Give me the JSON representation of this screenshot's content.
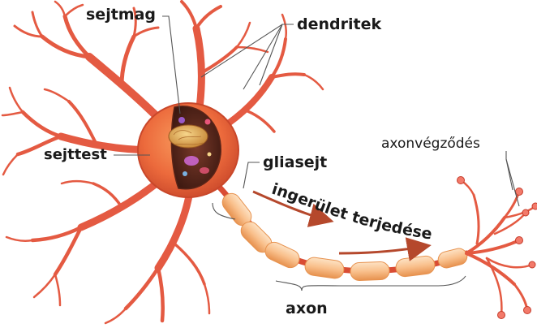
{
  "labels": {
    "nucleus": "sejtmag",
    "dendrites": "dendritek",
    "cell_body": "sejttest",
    "glial_cell": "gliasejt",
    "axon_terminals": "axonvégződés",
    "impulse": "ingerület terjedése",
    "axon": "axon"
  },
  "colors": {
    "dendrite": "#e45a42",
    "dendrite_dark": "#c53b2a",
    "soma": "#ec6a3c",
    "soma_dark": "#c9472a",
    "myelin": "#f9c08c",
    "myelin_edge": "#e7924f",
    "arrow": "#b5482c",
    "text": "#1a1a1a",
    "leader": "#555555"
  },
  "icons": {
    "impulse_arrow": "arrow-right-icon"
  }
}
